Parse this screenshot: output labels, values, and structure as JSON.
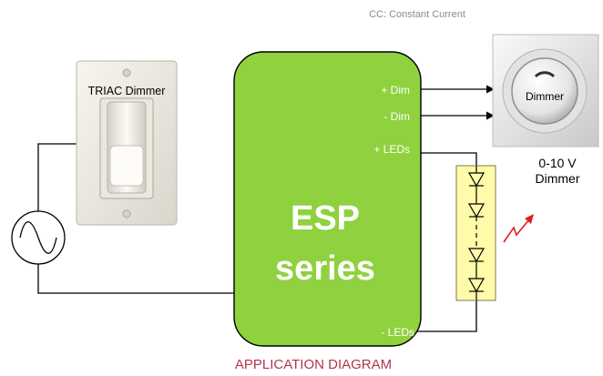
{
  "legend_note": "CC: Constant Current",
  "switch": {
    "label": "TRIAC Dimmer"
  },
  "driver": {
    "title_line1": "ESP",
    "title_line2": "series",
    "pins": {
      "dim_plus": "+ Dim",
      "dim_minus": "- Dim",
      "leds_plus": "+ LEDs",
      "leds_minus": "- LEDs"
    }
  },
  "dimmer": {
    "knob_label": "Dimmer",
    "caption_line1": "0-10 V",
    "caption_line2": "Dimmer"
  },
  "caption": "APPLICATION DIAGRAM",
  "colors": {
    "driver_fill": "#8fd13f",
    "led_panel_fill": "#fffba8",
    "emission_arrow": "#e0201a",
    "caption_text": "#b3334f",
    "note_text": "#8c8c8c"
  },
  "icons": {
    "ac_source": "sine-wave-icon",
    "leds": "diode-icon",
    "emission": "light-emission-icon"
  }
}
